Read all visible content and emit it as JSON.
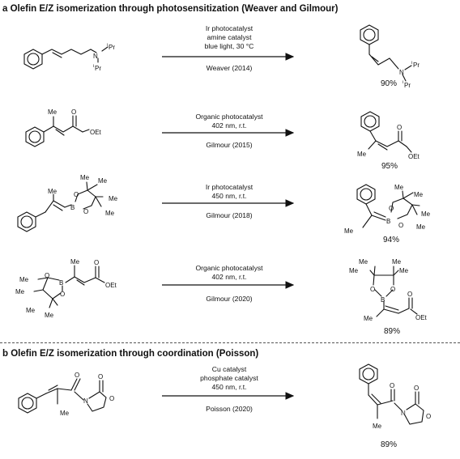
{
  "section_a": {
    "letter": "a",
    "title": "Olefin E/Z isomerization through photosensitization (Weaver and Gilmour)"
  },
  "section_b": {
    "letter": "b",
    "title": "Olefin E/Z isomerization through coordination (Poisson)"
  },
  "reactions": [
    {
      "conditions": [
        "Ir photocatalyst",
        "amine catalyst",
        "blue light, 30 °C"
      ],
      "citation": "Weaver (2014)",
      "yield": "90%"
    },
    {
      "conditions": [
        "Organic photocatalyst",
        "402 nm, r.t."
      ],
      "citation": "Gilmour (2015)",
      "yield": "95%"
    },
    {
      "conditions": [
        "Ir photocatalyst",
        "450 nm, r.t."
      ],
      "citation": "Gilmour (2018)",
      "yield": "94%"
    },
    {
      "conditions": [
        "Organic photocatalyst",
        "402 nm, r.t."
      ],
      "citation": "Gilmour (2020)",
      "yield": "89%"
    },
    {
      "conditions": [
        "Cu catalyst",
        "phosphate catalyst",
        "450 nm, r.t."
      ],
      "citation": "Poisson (2020)",
      "yield": "89%"
    }
  ],
  "atom_labels": {
    "me": "Me",
    "oet": "OEt",
    "o": "O",
    "n": "N",
    "b": "B",
    "pr": "Pr",
    "i": "i"
  }
}
